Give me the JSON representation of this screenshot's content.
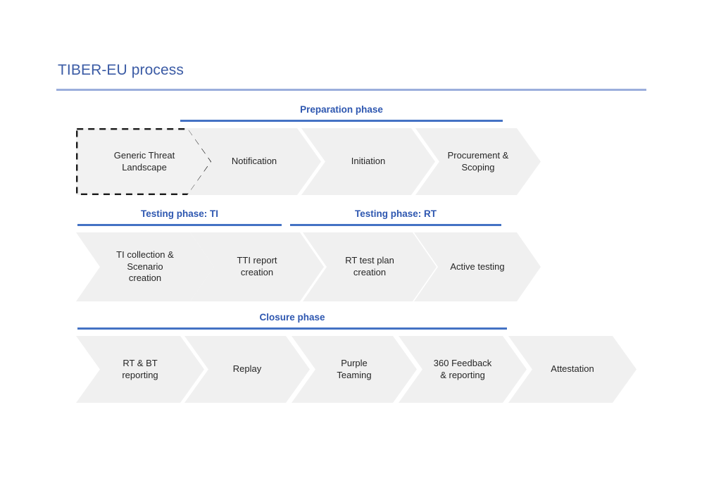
{
  "slide": {
    "title": "TIBER-EU process",
    "accent_blue": "#4472C4",
    "title_blue": "#3B5BA5",
    "rule_blue": "#9BAEDC",
    "shape_fill": "#f0f0f0",
    "text_color": "#262626"
  },
  "phases": [
    {
      "id": "preparation",
      "headers": [
        {
          "label": "Preparation phase"
        }
      ],
      "steps": [
        {
          "label": "Generic Threat\nLandscape",
          "style": "dashed-pentagon"
        },
        {
          "label": "Notification",
          "style": "chevron"
        },
        {
          "label": "Initiation",
          "style": "chevron"
        },
        {
          "label": "Procurement &\nScoping",
          "style": "chevron"
        }
      ]
    },
    {
      "id": "testing",
      "headers": [
        {
          "label": "Testing phase: TI"
        },
        {
          "label": "Testing phase: RT"
        }
      ],
      "steps": [
        {
          "label": "TI collection &\nScenario\ncreation",
          "style": "chevron"
        },
        {
          "label": "TTI report\ncreation",
          "style": "chevron"
        },
        {
          "label": "RT test plan\ncreation",
          "style": "chevron"
        },
        {
          "label": "Active testing",
          "style": "chevron"
        }
      ]
    },
    {
      "id": "closure",
      "headers": [
        {
          "label": "Closure phase"
        }
      ],
      "steps": [
        {
          "label": "RT & BT\nreporting",
          "style": "chevron"
        },
        {
          "label": "Replay",
          "style": "chevron"
        },
        {
          "label": "Purple\nTeaming",
          "style": "chevron"
        },
        {
          "label": "360 Feedback\n& reporting",
          "style": "chevron"
        },
        {
          "label": "Attestation",
          "style": "chevron"
        }
      ]
    }
  ]
}
